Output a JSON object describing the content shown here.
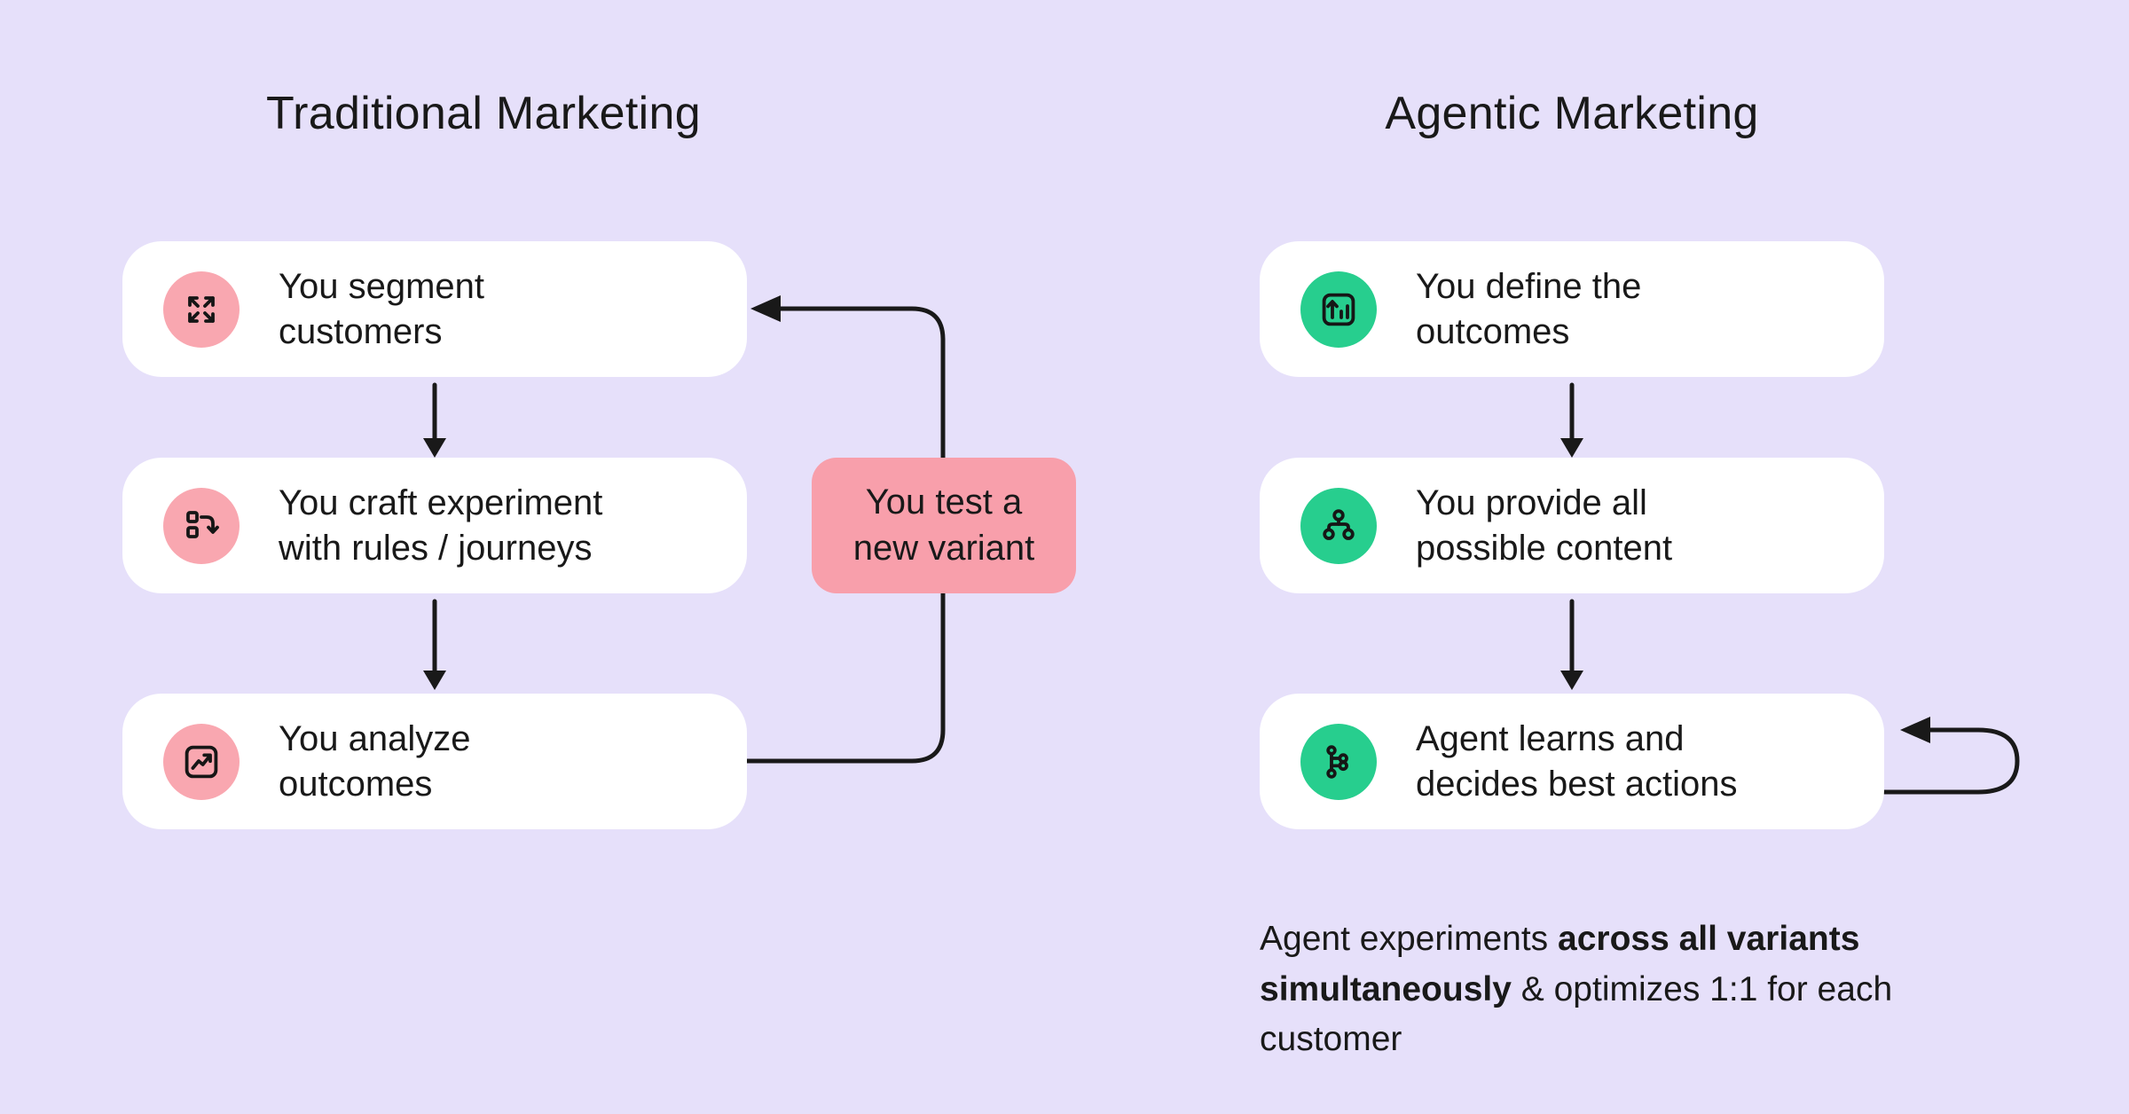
{
  "colors": {
    "background": "#e6e0fa",
    "card": "#ffffff",
    "pink_accent": "#f9a7b0",
    "pink_box": "#f89fab",
    "green_accent": "#27ce8e",
    "text": "#191919"
  },
  "left_column": {
    "title": "Traditional Marketing",
    "steps": [
      {
        "icon": "segment-arrows-icon",
        "label": "You segment\ncustomers"
      },
      {
        "icon": "rules-journeys-icon",
        "label": "You craft experiment\nwith rules / journeys"
      },
      {
        "icon": "analyze-chart-icon",
        "label": "You analyze\noutcomes"
      }
    ],
    "loop_box_label": "You test a\nnew variant"
  },
  "right_column": {
    "title": "Agentic Marketing",
    "steps": [
      {
        "icon": "define-outcomes-icon",
        "label": "You define the\noutcomes"
      },
      {
        "icon": "content-tree-icon",
        "label": "You provide all\npossible content"
      },
      {
        "icon": "agent-decision-icon",
        "label": "Agent learns and\ndecides best actions"
      }
    ],
    "caption": [
      {
        "text": "Agent experiments ",
        "bold": false
      },
      {
        "text": "across all variants simultaneously",
        "bold": true
      },
      {
        "text": " & optimizes 1:1 for each customer",
        "bold": false
      }
    ]
  }
}
